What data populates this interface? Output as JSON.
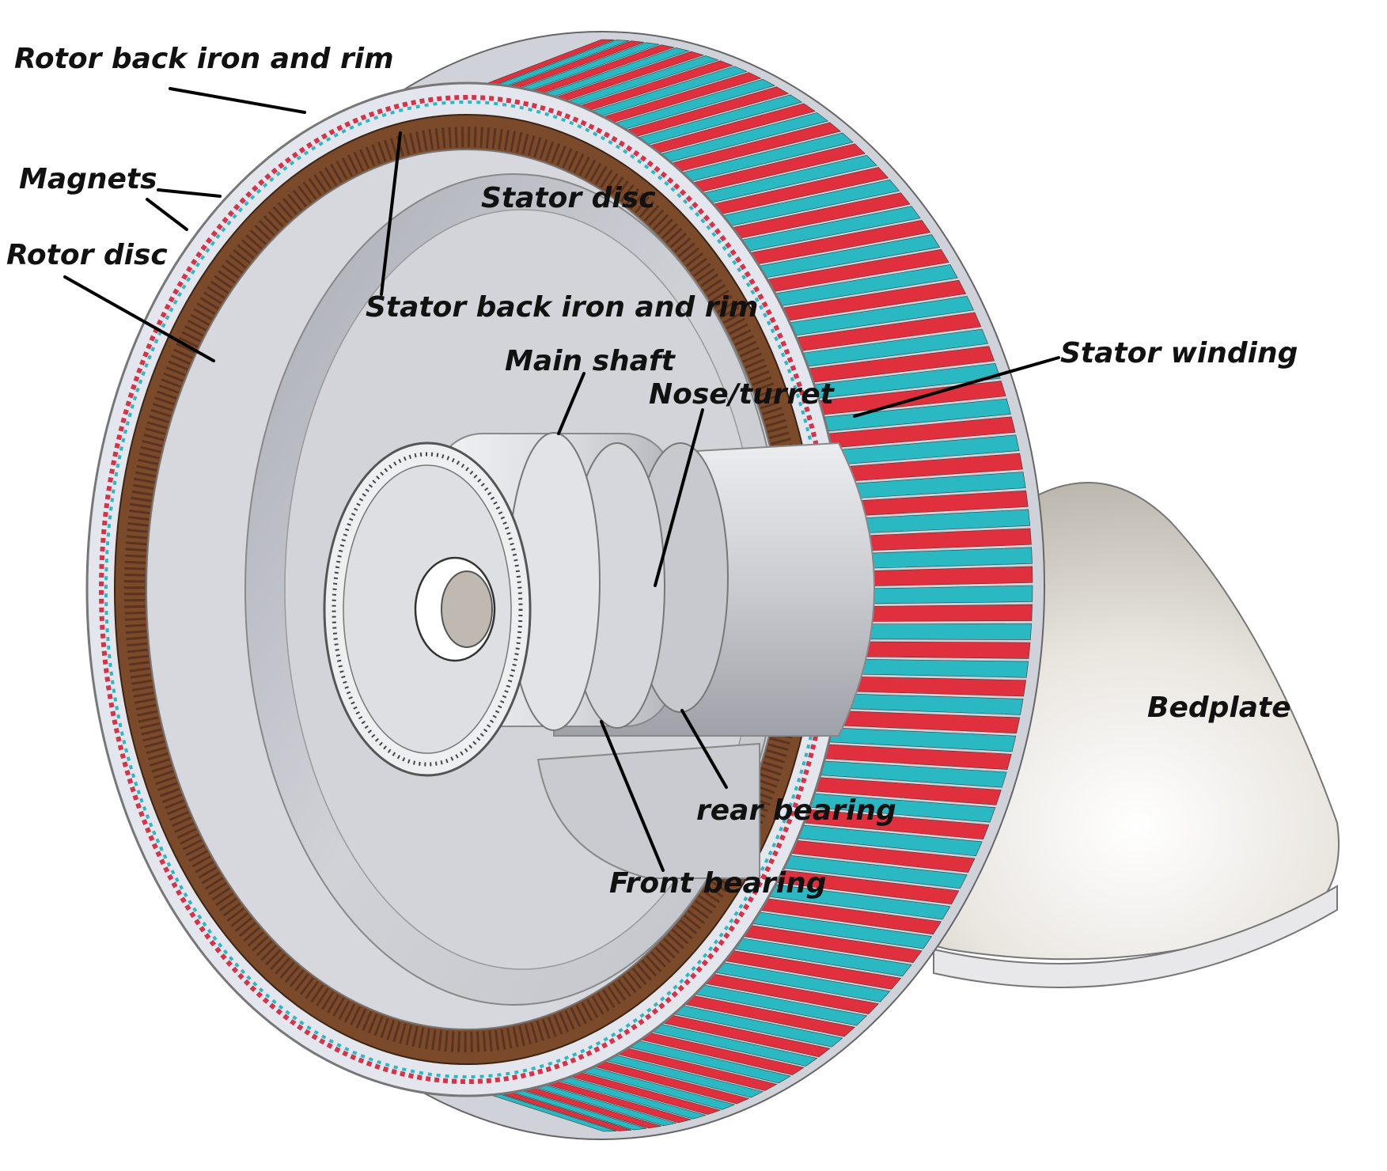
{
  "diagram": {
    "labels": [
      {
        "id": "rotor-back-iron",
        "text": "Rotor back iron and rim"
      },
      {
        "id": "magnets",
        "text": "Magnets"
      },
      {
        "id": "rotor-disc",
        "text": "Rotor disc"
      },
      {
        "id": "stator-disc",
        "text": "Stator disc"
      },
      {
        "id": "stator-back-iron",
        "text": "Stator back iron and rim"
      },
      {
        "id": "main-shaft",
        "text": "Main shaft"
      },
      {
        "id": "nose-turret",
        "text": "Nose/turret"
      },
      {
        "id": "stator-winding",
        "text": "Stator winding"
      },
      {
        "id": "bedplate",
        "text": "Bedplate"
      },
      {
        "id": "rear-bearing",
        "text": "rear bearing"
      },
      {
        "id": "front-bearing",
        "text": "Front bearing"
      }
    ],
    "colors": {
      "stator_back_iron": "#7a4a2a",
      "winding_red": "#e0303e",
      "winding_cyan": "#2ab8c2",
      "rotor_rim": "#dfe2e8",
      "stator_disc": "#c4c6cc",
      "bedplate": "#dcd8cf"
    }
  }
}
